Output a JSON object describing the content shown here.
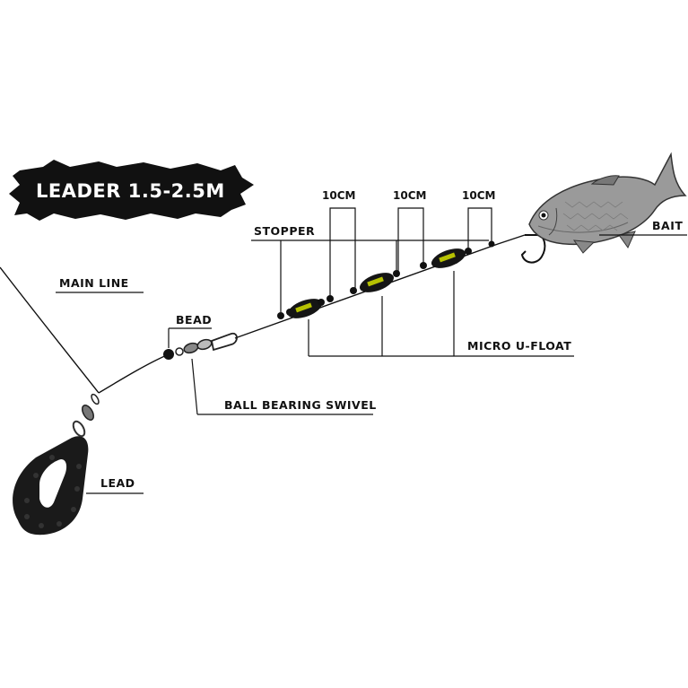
{
  "title": "LEADER 1.5-2.5M",
  "labels": {
    "main_line": "MAIN LINE",
    "bead": "BEAD",
    "ball_bearing_swivel": "BALL BEARING SWIVEL",
    "lead": "LEAD",
    "stopper": "STOPPER",
    "micro_u_float": "MICRO U-FLOAT",
    "bait": "BAIT"
  },
  "spacings": [
    "10CM",
    "10CM",
    "10CM"
  ],
  "colors": {
    "ink": "#111111",
    "float_text": "#c8d400",
    "banner": "#111111",
    "fish_body": "#9a9a9a"
  }
}
